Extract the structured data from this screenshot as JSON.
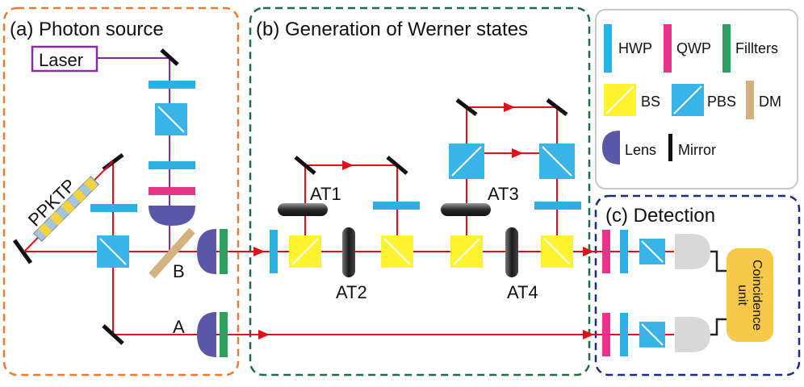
{
  "panels": {
    "photon_source": {
      "title": "(a) Photon source"
    },
    "werner": {
      "title": "(b) Generation of Werner states"
    },
    "detection": {
      "title": "(c) Detection"
    }
  },
  "labels": {
    "laser": "Laser",
    "ppktp": "PPKTP",
    "port_b": "B",
    "port_a": "A",
    "at1": "AT1",
    "at2": "AT2",
    "at3": "AT3",
    "at4": "AT4",
    "coincidence_line1": "Coincidence",
    "coincidence_line2": "unit"
  },
  "legend": {
    "hwp": "HWP",
    "qwp": "QWP",
    "filters": "Fillters",
    "bs": "BS",
    "pbs": "PBS",
    "dm": "DM",
    "lens": "Lens",
    "mirror": "Mirror"
  },
  "colors": {
    "panel_a": "#F07A2E",
    "panel_b": "#1F6B45",
    "panel_c": "#1F2C7A",
    "laser_beam": "#8A2BA0",
    "red_beam": "#E0101A",
    "hwp": "#2FB0E5",
    "qwp": "#E8338A",
    "filter": "#2E9E60",
    "bs": "#FFF230",
    "pbs": "#38B4E8",
    "dm": "#D4B27E",
    "lens": "#5A57A8",
    "detector": "#D8D8D8",
    "coincidence": "#F7C84A"
  }
}
